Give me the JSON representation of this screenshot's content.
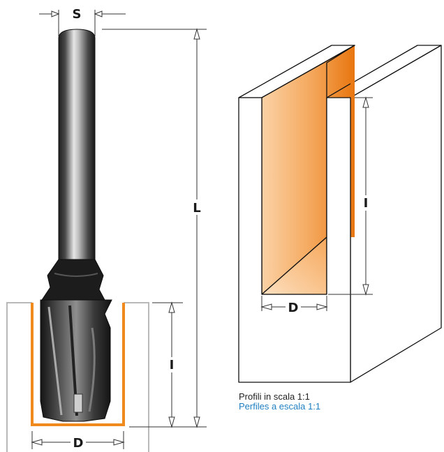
{
  "dimensions": {
    "shank_diameter": "S",
    "total_length": "L",
    "cut_length": "I",
    "cut_diameter": "D",
    "groove_depth": "I",
    "groove_width": "D"
  },
  "caption": {
    "italian": "Profili in scala 1:1",
    "spanish": "Perfiles a escala 1:1"
  },
  "colors": {
    "profile_orange": "#f08a1c",
    "caption_spanish": "#1f7fc2",
    "caption_italian": "#222222"
  }
}
